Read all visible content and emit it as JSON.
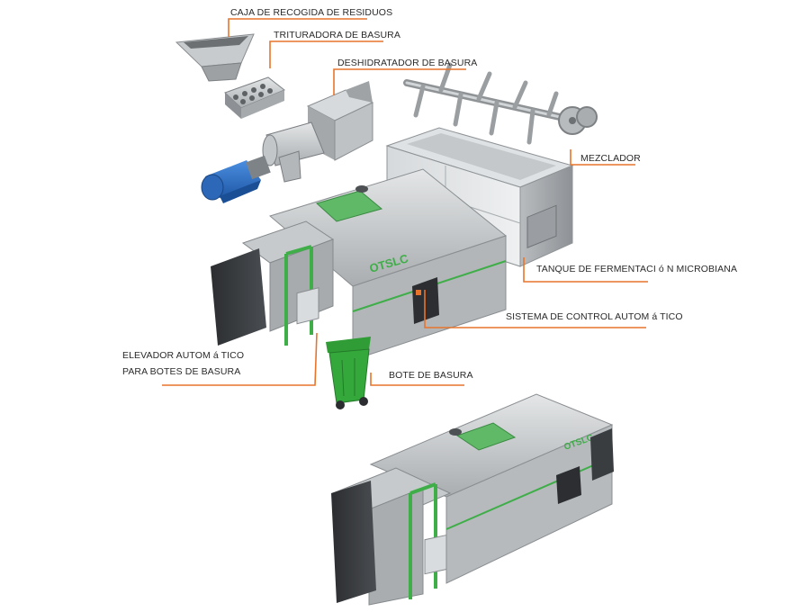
{
  "labels": {
    "collection_box": "CAJA DE RECOGIDA DE RESIDUOS",
    "shredder": "TRITURADORA DE BASURA",
    "dehydrator": "DESHIDRATADOR DE BASURA",
    "mixer": "MEZCLADOR",
    "fermentation_tank": "TANQUE DE FERMENTACI ó N MICROBIANA",
    "control_system": "SISTEMA DE CONTROL AUTOM á TICO",
    "bin_lifter_line1": "ELEVADOR AUTOM á TICO",
    "bin_lifter_line2": "PARA BOTES DE BASURA",
    "trash_bin": "BOTE DE BASURA"
  },
  "machine_brand": "OTSLC",
  "colors": {
    "leader": "#e8742c",
    "machine_silver": "#c9ccce",
    "machine_dark": "#3a3d40",
    "accent_green": "#3fae49",
    "bin_green": "#35a83c",
    "motor_blue": "#2f6fc2"
  }
}
